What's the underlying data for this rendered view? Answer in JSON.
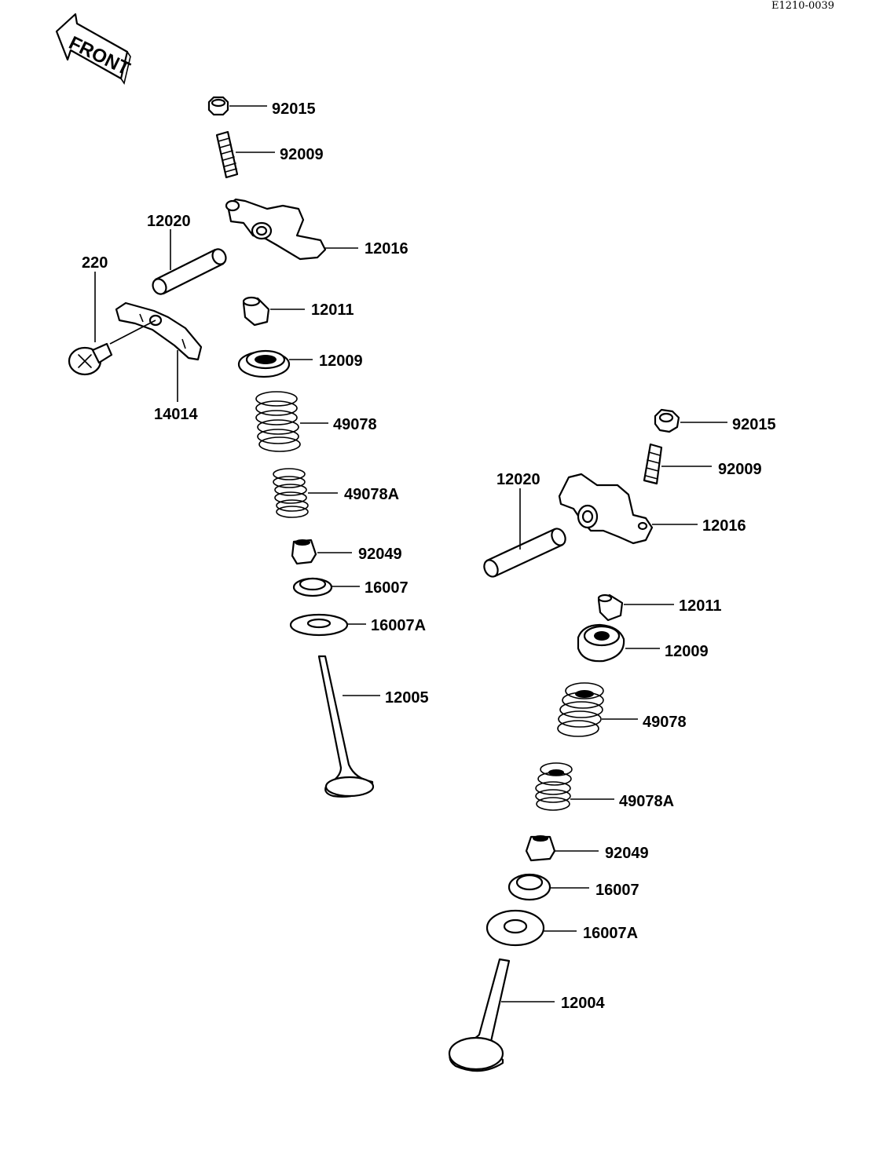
{
  "document_code": "E1210-0039",
  "front_arrow": {
    "label": "FRONT"
  },
  "parts": {
    "left_assembly": [
      {
        "id": "l-92015",
        "number": "92015"
      },
      {
        "id": "l-92009",
        "number": "92009"
      },
      {
        "id": "l-12020",
        "number": "12020"
      },
      {
        "id": "l-12016",
        "number": "12016"
      },
      {
        "id": "l-220",
        "number": "220"
      },
      {
        "id": "l-12011",
        "number": "12011"
      },
      {
        "id": "l-12009",
        "number": "12009"
      },
      {
        "id": "l-14014",
        "number": "14014"
      },
      {
        "id": "l-49078",
        "number": "49078"
      },
      {
        "id": "l-49078A",
        "number": "49078A"
      },
      {
        "id": "l-92049",
        "number": "92049"
      },
      {
        "id": "l-16007",
        "number": "16007"
      },
      {
        "id": "l-16007A",
        "number": "16007A"
      },
      {
        "id": "l-12005",
        "number": "12005"
      }
    ],
    "right_assembly": [
      {
        "id": "r-92015",
        "number": "92015"
      },
      {
        "id": "r-92009",
        "number": "92009"
      },
      {
        "id": "r-12020",
        "number": "12020"
      },
      {
        "id": "r-12016",
        "number": "12016"
      },
      {
        "id": "r-12011",
        "number": "12011"
      },
      {
        "id": "r-12009",
        "number": "12009"
      },
      {
        "id": "r-49078",
        "number": "49078"
      },
      {
        "id": "r-49078A",
        "number": "49078A"
      },
      {
        "id": "r-92049",
        "number": "92049"
      },
      {
        "id": "r-16007",
        "number": "16007"
      },
      {
        "id": "r-16007A",
        "number": "16007A"
      },
      {
        "id": "r-12004",
        "number": "12004"
      }
    ]
  }
}
